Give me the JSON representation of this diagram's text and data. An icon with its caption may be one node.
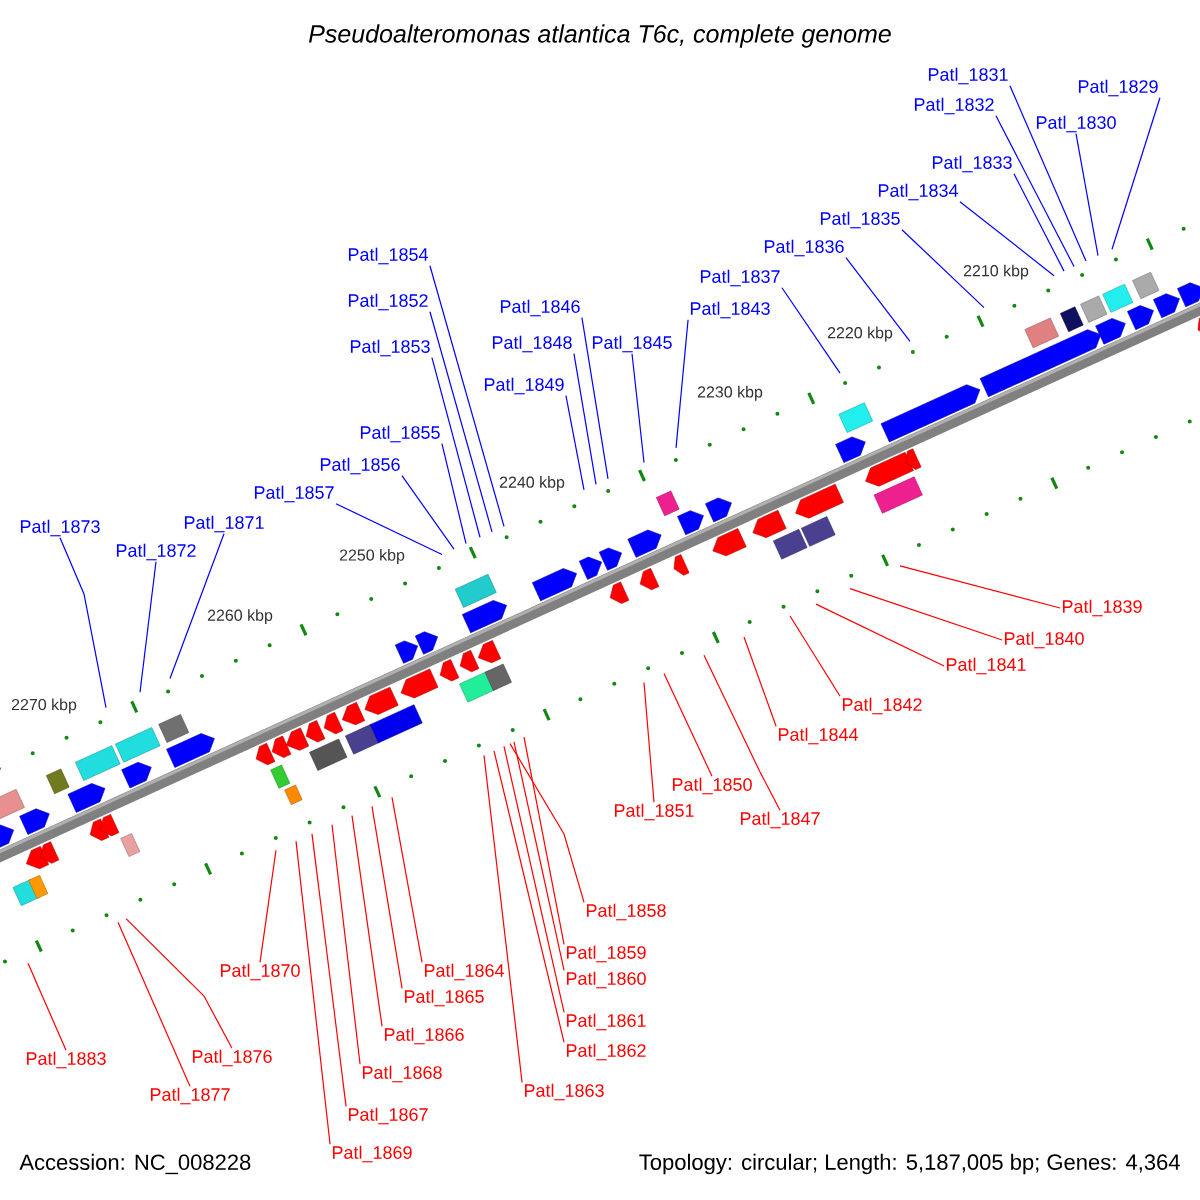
{
  "diagram": {
    "title": "Pseudoalteromonas atlantica T6c, complete genome",
    "nodes": [
      {
        "text": [
          "Patl_1831"
        ]
      },
      {
        "text": [
          "Patl_1832"
        ]
      },
      {
        "text": [
          "Patl_1830"
        ]
      },
      {
        "text": [
          "Patl_1829"
        ]
      },
      {
        "text": [
          "Patl_1833"
        ]
      },
      {
        "text": [
          "Patl_1834"
        ]
      },
      {
        "text": [
          "Patl_1835"
        ]
      },
      {
        "text": [
          "Patl_1836"
        ]
      },
      {
        "text": [
          "Patl_1854"
        ]
      },
      {
        "text": [
          "Patl_1837"
        ]
      },
      {
        "text": [
          "Patl_1852"
        ]
      },
      {
        "text": [
          "Patl_1843"
        ]
      },
      {
        "text": [
          "Patl_1846"
        ]
      },
      {
        "text": [
          "Patl_1845"
        ]
      },
      {
        "text": [
          "Patl_1848"
        ]
      },
      {
        "text": [
          "Patl_1853"
        ]
      },
      {
        "text": [
          "Patl_1849"
        ]
      },
      {
        "text": [
          "Patl_1855"
        ]
      },
      {
        "text": [
          "Patl_1856"
        ]
      },
      {
        "text": [
          "Patl_1857"
        ]
      },
      {
        "text": [
          "Patl_1873"
        ]
      },
      {
        "text": [
          "Patl_1871"
        ]
      },
      {
        "text": [
          "Patl_1872"
        ]
      },
      {
        "text": [
          "Patl_1839"
        ]
      },
      {
        "text": [
          "Patl_1840"
        ]
      },
      {
        "text": [
          "Patl_1841"
        ]
      },
      {
        "text": [
          "Patl_1842"
        ]
      },
      {
        "text": [
          "Patl_1844"
        ]
      },
      {
        "text": [
          "Patl_1850"
        ]
      },
      {
        "text": [
          "Patl_1851"
        ]
      },
      {
        "text": [
          "Patl_1847"
        ]
      },
      {
        "text": [
          "Patl_1858"
        ]
      },
      {
        "text": [
          "Patl_1859"
        ]
      },
      {
        "text": [
          "Patl_1860"
        ]
      },
      {
        "text": [
          "Patl_1870"
        ]
      },
      {
        "text": [
          "Patl_1864"
        ]
      },
      {
        "text": [
          "Patl_1865"
        ]
      },
      {
        "text": [
          "Patl_1861"
        ]
      },
      {
        "text": [
          "Patl_1866"
        ]
      },
      {
        "text": [
          "Patl_1862"
        ]
      },
      {
        "text": [
          "Patl_1883"
        ]
      },
      {
        "text": [
          "Patl_1876"
        ]
      },
      {
        "text": [
          "Patl_1868"
        ]
      },
      {
        "text": [
          "Patl_1863"
        ]
      },
      {
        "text": [
          "Patl_1877"
        ]
      },
      {
        "text": [
          "Patl_1867"
        ]
      },
      {
        "text": [
          "Patl_1869"
        ]
      }
    ],
    "edges": [
      {
        "from": 0,
        "to": null,
        "arrow": "none",
        "color": "#0000ff"
      },
      {
        "from": 1,
        "to": null,
        "arrow": "none",
        "color": "#0000ff"
      },
      {
        "from": 2,
        "to": null,
        "arrow": "none",
        "color": "#0000ff"
      },
      {
        "from": 3,
        "to": null,
        "arrow": "none",
        "color": "#0000ff"
      },
      {
        "from": 4,
        "to": null,
        "arrow": "none",
        "color": "#0000ff"
      },
      {
        "from": 5,
        "to": null,
        "arrow": "none",
        "color": "#0000ff"
      },
      {
        "from": 6,
        "to": null,
        "arrow": "none",
        "color": "#0000ff"
      },
      {
        "from": 7,
        "to": null,
        "arrow": "none",
        "color": "#0000ff"
      },
      {
        "from": 8,
        "to": null,
        "arrow": "none",
        "color": "#0000ff"
      },
      {
        "from": 9,
        "to": null,
        "arrow": "none",
        "color": "#0000ff"
      },
      {
        "from": 10,
        "to": null,
        "arrow": "none",
        "color": "#0000ff"
      },
      {
        "from": 11,
        "to": null,
        "arrow": "none",
        "color": "#0000ff"
      },
      {
        "from": 12,
        "to": null,
        "arrow": "none",
        "color": "#0000ff"
      },
      {
        "from": 13,
        "to": null,
        "arrow": "none",
        "color": "#0000ff"
      },
      {
        "from": 14,
        "to": null,
        "arrow": "none",
        "color": "#0000ff"
      },
      {
        "from": 15,
        "to": null,
        "arrow": "none",
        "color": "#0000ff"
      },
      {
        "from": 16,
        "to": null,
        "arrow": "none",
        "color": "#0000ff"
      },
      {
        "from": 17,
        "to": null,
        "arrow": "none",
        "color": "#0000ff"
      },
      {
        "from": 18,
        "to": null,
        "arrow": "none",
        "color": "#0000ff"
      },
      {
        "from": 19,
        "to": null,
        "arrow": "none",
        "color": "#0000ff"
      },
      {
        "from": 20,
        "to": null,
        "arrow": "none",
        "color": "#0000ff"
      },
      {
        "from": 21,
        "to": null,
        "arrow": "none",
        "color": "#0000ff"
      },
      {
        "from": 22,
        "to": null,
        "arrow": "none",
        "color": "#0000ff"
      },
      {
        "from": 23,
        "to": null,
        "arrow": "none",
        "color": "#ff0000"
      },
      {
        "from": 24,
        "to": null,
        "arrow": "none",
        "color": "#ff0000"
      },
      {
        "from": 25,
        "to": null,
        "arrow": "none",
        "color": "#ff0000"
      },
      {
        "from": 26,
        "to": null,
        "arrow": "none",
        "color": "#ff0000"
      },
      {
        "from": 27,
        "to": null,
        "arrow": "none",
        "color": "#ff0000"
      },
      {
        "from": 28,
        "to": null,
        "arrow": "none",
        "color": "#ff0000"
      },
      {
        "from": 29,
        "to": null,
        "arrow": "none",
        "color": "#ff0000"
      },
      {
        "from": 30,
        "to": null,
        "arrow": "none",
        "color": "#ff0000"
      },
      {
        "from": 31,
        "to": null,
        "arrow": "none",
        "color": "#ff0000"
      },
      {
        "from": 32,
        "to": null,
        "arrow": "none",
        "color": "#ff0000"
      },
      {
        "from": 33,
        "to": null,
        "arrow": "none",
        "color": "#ff0000"
      },
      {
        "from": 34,
        "to": null,
        "arrow": "none",
        "color": "#ff0000"
      },
      {
        "from": 35,
        "to": null,
        "arrow": "none",
        "color": "#ff0000"
      },
      {
        "from": 36,
        "to": null,
        "arrow": "none",
        "color": "#ff0000"
      },
      {
        "from": 37,
        "to": null,
        "arrow": "none",
        "color": "#ff0000"
      },
      {
        "from": 38,
        "to": null,
        "arrow": "none",
        "color": "#ff0000"
      },
      {
        "from": 39,
        "to": null,
        "arrow": "none",
        "color": "#ff0000"
      },
      {
        "from": 40,
        "to": null,
        "arrow": "none",
        "color": "#ff0000"
      },
      {
        "from": 41,
        "to": null,
        "arrow": "none",
        "color": "#ff0000"
      },
      {
        "from": 42,
        "to": null,
        "arrow": "none",
        "color": "#ff0000"
      },
      {
        "from": 43,
        "to": null,
        "arrow": "none",
        "color": "#ff0000"
      },
      {
        "from": 44,
        "to": null,
        "arrow": "none",
        "color": "#ff0000"
      },
      {
        "from": 45,
        "to": null,
        "arrow": "none",
        "color": "#ff0000"
      },
      {
        "from": 46,
        "to": null,
        "arrow": "none",
        "color": "#ff0000"
      }
    ],
    "labels": [
      "2210 kbp",
      "2220 kbp",
      "2230 kbp",
      "2240 kbp",
      "2250 kbp",
      "2260 kbp",
      "2270 kbp",
      "Accession: NC_008228",
      "Topology: circular; Length: 5,187,005 bp; Genes: 4,364"
    ]
  }
}
